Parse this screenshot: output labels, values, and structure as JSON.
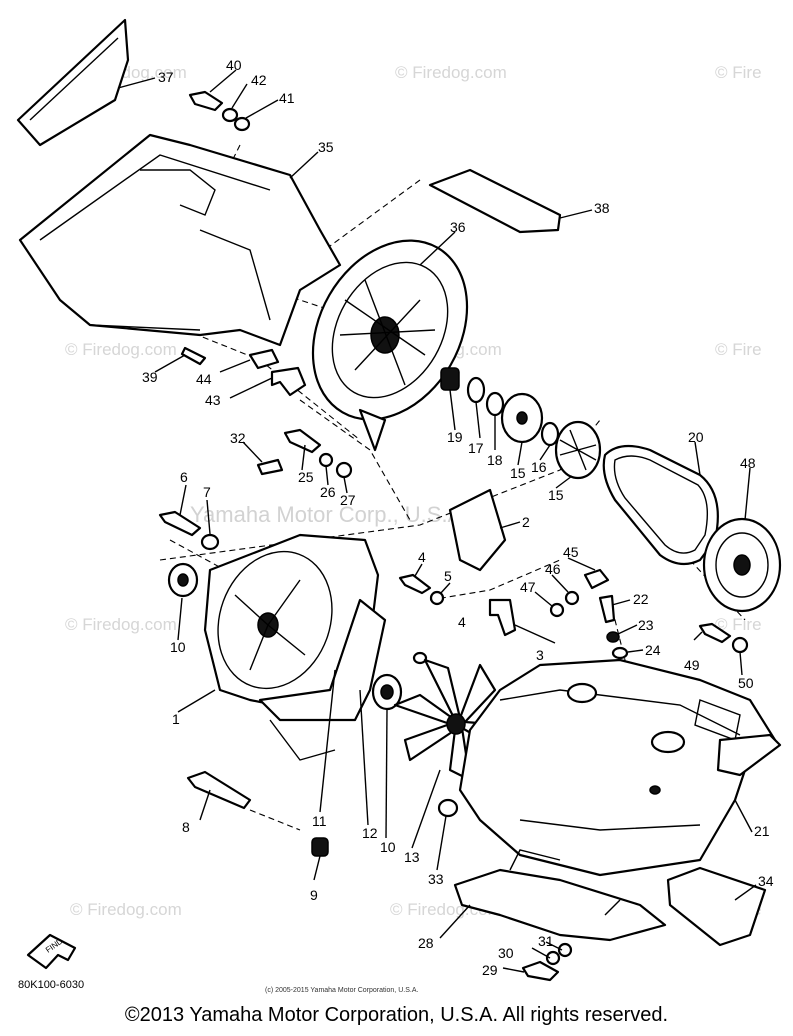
{
  "watermarks": {
    "firedog_com": "© Firedog.com",
    "firedog_short": "© Fire",
    "yamaha_corp": "Yamaha Motor Corp., U.S.A."
  },
  "diagram": {
    "code": "80K100-6030",
    "small_copyright": "(c) 2005-2015 Yamaha Motor Corporation, U.S.A.",
    "find_badge": "FIND",
    "callouts": [
      "1",
      "2",
      "3",
      "4",
      "4",
      "5",
      "6",
      "7",
      "8",
      "9",
      "10",
      "10",
      "11",
      "12",
      "13",
      "15",
      "15",
      "16",
      "17",
      "18",
      "19",
      "20",
      "21",
      "22",
      "23",
      "24",
      "25",
      "26",
      "27",
      "28",
      "29",
      "30",
      "31",
      "32",
      "33",
      "34",
      "35",
      "36",
      "37",
      "38",
      "39",
      "40",
      "41",
      "42",
      "43",
      "44",
      "45",
      "46",
      "47",
      "48",
      "49",
      "50"
    ]
  },
  "footer": {
    "copyright": "©2013 Yamaha Motor Corporation, U.S.A. All rights reserved."
  }
}
